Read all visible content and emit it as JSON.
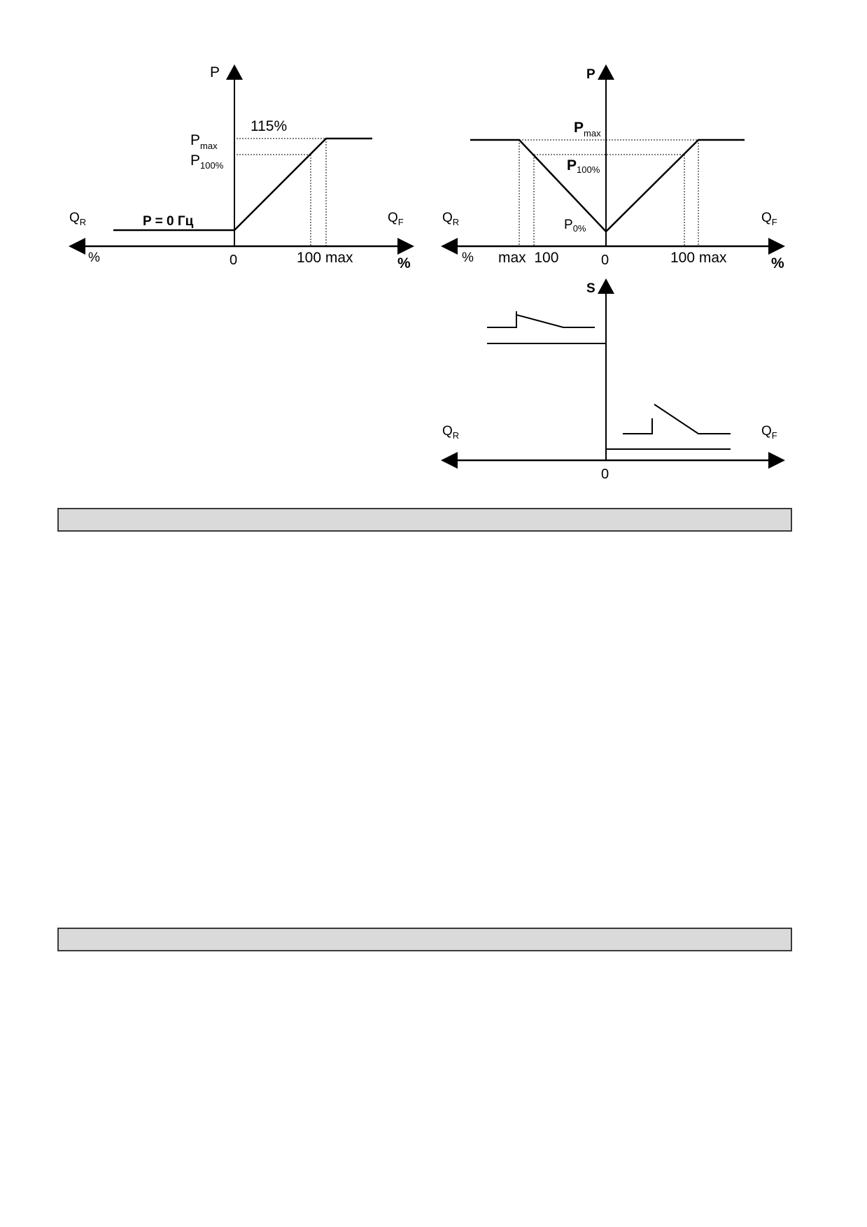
{
  "diagram_left": {
    "y_axis": {
      "label": "P"
    },
    "x_left": {
      "label": "Q",
      "sub": "R",
      "unit": "%"
    },
    "x_right": {
      "label": "Q",
      "sub": "F",
      "unit": "%"
    },
    "annotation_115": "115%",
    "pmax": {
      "main": "P",
      "sub": "max"
    },
    "p100": {
      "main": "P",
      "sub": "100%"
    },
    "p0hz": "P = 0 Гц",
    "tick_0": "0",
    "tick_100max": "100 max"
  },
  "diagram_right": {
    "y_axis": {
      "label": "P"
    },
    "x_left": {
      "label": "Q",
      "sub": "R",
      "unit": "%"
    },
    "x_right": {
      "label": "Q",
      "sub": "F",
      "unit": "%"
    },
    "pmax": {
      "main": "P",
      "sub": "max"
    },
    "p100": {
      "main": "P",
      "sub": "100%"
    },
    "p0": {
      "main": "P",
      "sub": "0%"
    },
    "tick_max100": "max  100",
    "tick_0": "0",
    "tick_100max": "100 max"
  },
  "diagram_signal": {
    "y_axis": {
      "label": "S"
    },
    "x_left": {
      "label": "Q",
      "sub": "R"
    },
    "x_right": {
      "label": "Q",
      "sub": "F"
    },
    "tick_0": "0"
  },
  "section_bars": [
    {
      "text": ""
    },
    {
      "text": ""
    }
  ]
}
